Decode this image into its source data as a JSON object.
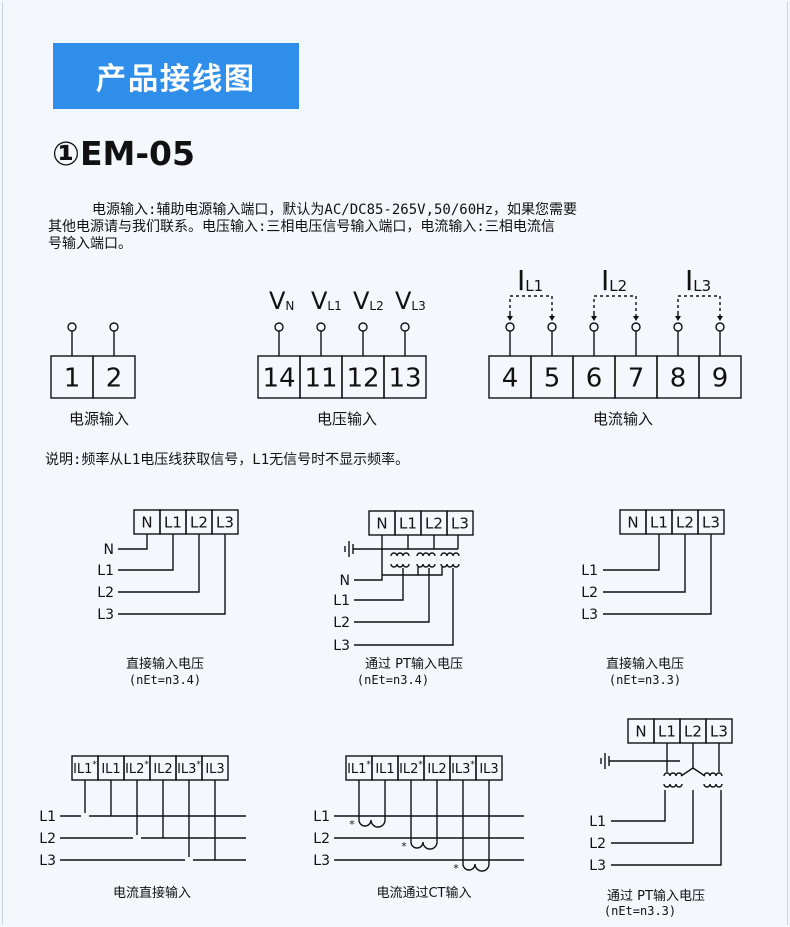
{
  "header": {
    "title": "产品接线图"
  },
  "model": {
    "name": "①EM-05"
  },
  "description": {
    "line1": "电源输入:辅助电源输入端口，默认为AC/DC85-265V,50/60Hz，如果您需要",
    "line2": "其他电源请与我们联系。电压输入:三相电压信号输入端口，电流输入:三相电流信",
    "line3": "号输入端口。"
  },
  "terminals": {
    "power": {
      "nums": [
        "1",
        "2"
      ],
      "caption": "电源输入"
    },
    "voltage": {
      "labels": [
        "N",
        "L1",
        "L2",
        "L3"
      ],
      "nums": [
        "14",
        "11",
        "12",
        "13"
      ],
      "caption": "电压输入"
    },
    "current": {
      "labels": [
        "L1",
        "L2",
        "L3"
      ],
      "nums": [
        "4",
        "5",
        "6",
        "7",
        "8",
        "9"
      ],
      "caption": "电流输入"
    }
  },
  "note": "说明:频率从L1电压线获取信号，L1无信号时不显示频率。",
  "diagrams": {
    "vterm": [
      "N",
      "L1",
      "L2",
      "L3"
    ],
    "iterm": [
      "IL1*",
      "IL1",
      "IL2*",
      "IL2",
      "IL3*",
      "IL3"
    ],
    "lines4": [
      "N",
      "L1",
      "L2",
      "L3"
    ],
    "lines3": [
      "L1",
      "L2",
      "L3"
    ],
    "star": "*",
    "d1": {
      "title": "直接输入电压",
      "sub": "(nEt=n3.4)"
    },
    "d2": {
      "title": "通过 PT输入电压",
      "sub": "(nEt=n3.4)"
    },
    "d3": {
      "title": "直接输入电压",
      "sub": "(nEt=n3.3)"
    },
    "d4": {
      "title": "电流直接输入"
    },
    "d5": {
      "title": "电流通过CT输入"
    },
    "d6": {
      "title": "通过 PT输入电压",
      "sub": "(nEt=n3.3)"
    }
  }
}
